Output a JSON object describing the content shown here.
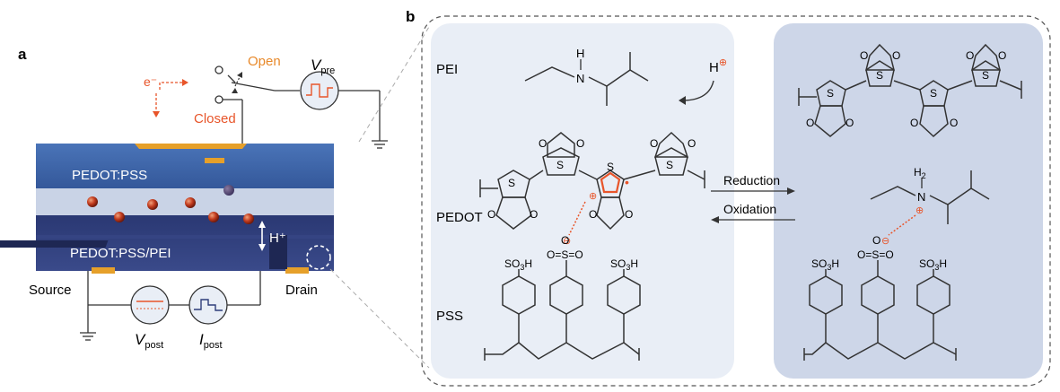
{
  "panel_a": {
    "panel_label": "a",
    "electron": "e⁻",
    "switch_open": "Open",
    "switch_closed": "Closed",
    "v_pre": "V",
    "v_pre_sub": "pre",
    "layer_top": "PEDOT:PSS",
    "layer_bottom": "PEDOT:PSS/PEI",
    "proton": "H⁺",
    "source": "Source",
    "drain": "Drain",
    "v_post": "V",
    "v_post_sub": "post",
    "i_post": "I",
    "i_post_sub": "post"
  },
  "panel_b": {
    "panel_label": "b",
    "row_pei": "PEI",
    "row_pedot": "PEDOT",
    "row_pss": "PSS",
    "reduction": "Reduction",
    "oxidation": "Oxidation",
    "proton": "H",
    "proton_charge": "⊕",
    "oxygen": "O",
    "sulfur": "S",
    "nitrogen": "N",
    "hydrogen": "H",
    "h2": "H",
    "h2_sub": "2",
    "so3h": "SO",
    "so3h_sub": "3",
    "so3h_end": "H",
    "sulfonate": "O=S=O",
    "minus": "⊖",
    "plus": "⊕",
    "radical": "•"
  },
  "colors": {
    "accent": "#e8552a",
    "device_dark": "#2e3d7a",
    "device_blue": "#3d63a8",
    "device_light": "#c9d3e6",
    "left_bg": "#e9eef6",
    "right_bg": "#cdd6e8",
    "contact": "#e6a02a"
  }
}
